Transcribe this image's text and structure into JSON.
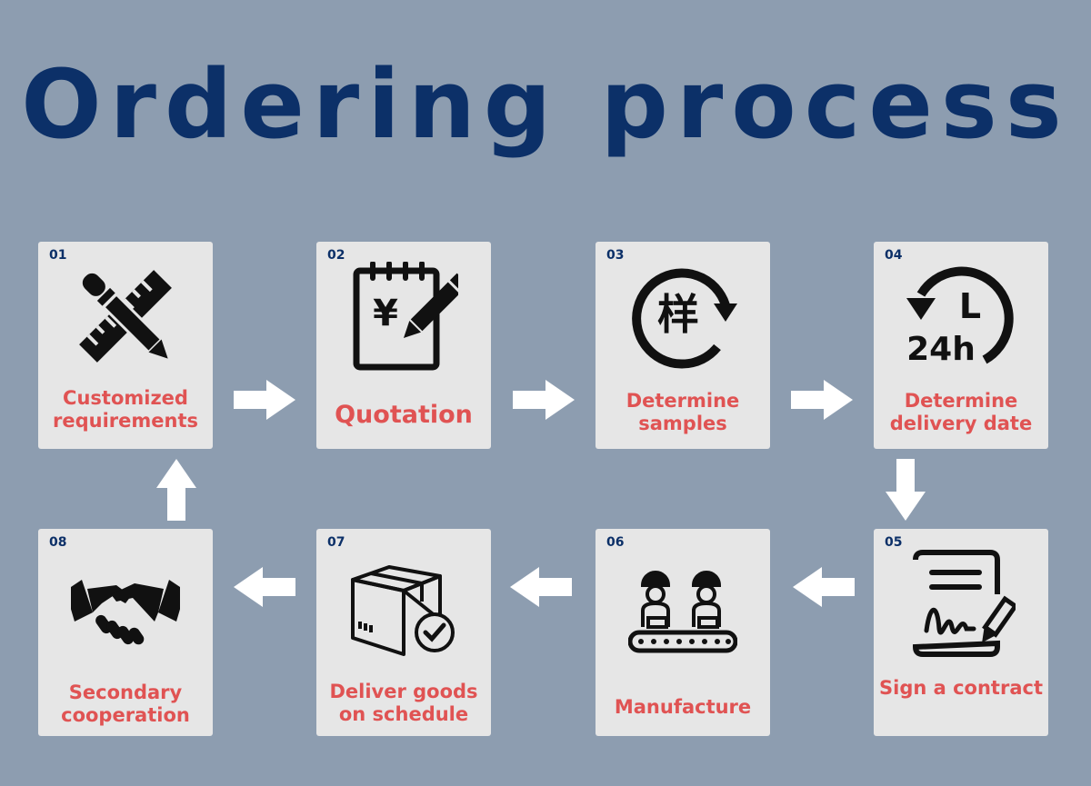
{
  "title": "Ordering process",
  "steps": [
    {
      "num": "01",
      "label": "Customized requirements",
      "icon": "pencil-ruler-icon"
    },
    {
      "num": "02",
      "label": "Quotation",
      "icon": "notepad-yen-icon"
    },
    {
      "num": "03",
      "label": "Determine samples",
      "icon": "sample-cycle-icon"
    },
    {
      "num": "04",
      "label": "Determine delivery date",
      "icon": "clock-24h-icon"
    },
    {
      "num": "05",
      "label": "Sign a contract",
      "icon": "contract-signature-icon"
    },
    {
      "num": "06",
      "label": "Manufacture",
      "icon": "factory-workers-icon"
    },
    {
      "num": "07",
      "label": "Deliver goods on schedule",
      "icon": "package-check-icon"
    },
    {
      "num": "08",
      "label": "Secondary cooperation",
      "icon": "handshake-icon"
    }
  ],
  "icon_glyphs": {
    "yen": "¥",
    "sample": "样",
    "h24": "24h",
    "clock_hand": "L"
  },
  "colors": {
    "background": "#8d9db0",
    "title": "#0c3068",
    "card": "#e6e6e6",
    "label": "#e05353",
    "arrow": "#ffffff"
  }
}
